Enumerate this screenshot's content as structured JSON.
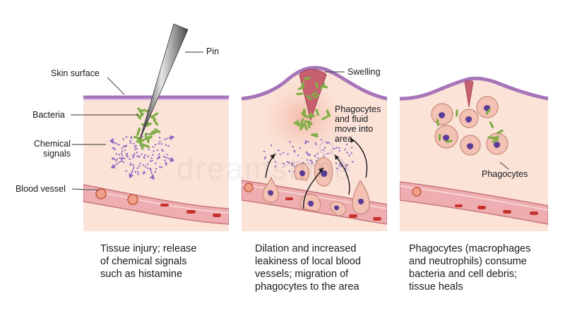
{
  "labels": {
    "pin": "Pin",
    "skin_surface": "Skin surface",
    "bacteria": "Bacteria",
    "chemical_signals": [
      "Chemical",
      "signals"
    ],
    "blood_vessel": "Blood vessel",
    "swelling": "Swelling",
    "phagocytes_fluid": [
      "Phagocytes",
      "and fluid",
      "move into",
      "area"
    ],
    "phagocytes": "Phagocytes"
  },
  "captions": [
    [
      "Tissue injury; release",
      "of chemical signals",
      "such as histamine"
    ],
    [
      "Dilation and increased",
      "leakiness of local blood",
      "vessels; migration of",
      "phagocytes to the area"
    ],
    [
      "Phagocytes (macrophages",
      "and neutrophils) consume",
      "bacteria and cell debris;",
      "tissue heals"
    ]
  ],
  "watermark": "dreamstime",
  "colors": {
    "tissue": "#fbe3d8",
    "skin": "#a674b8",
    "vessel": "#e8a3a8",
    "red_cell": "#c8322d",
    "bacteria": "#9ccc5a",
    "phagocyte_nucleus": "#5a3c96",
    "signals": "#8a66c4"
  }
}
